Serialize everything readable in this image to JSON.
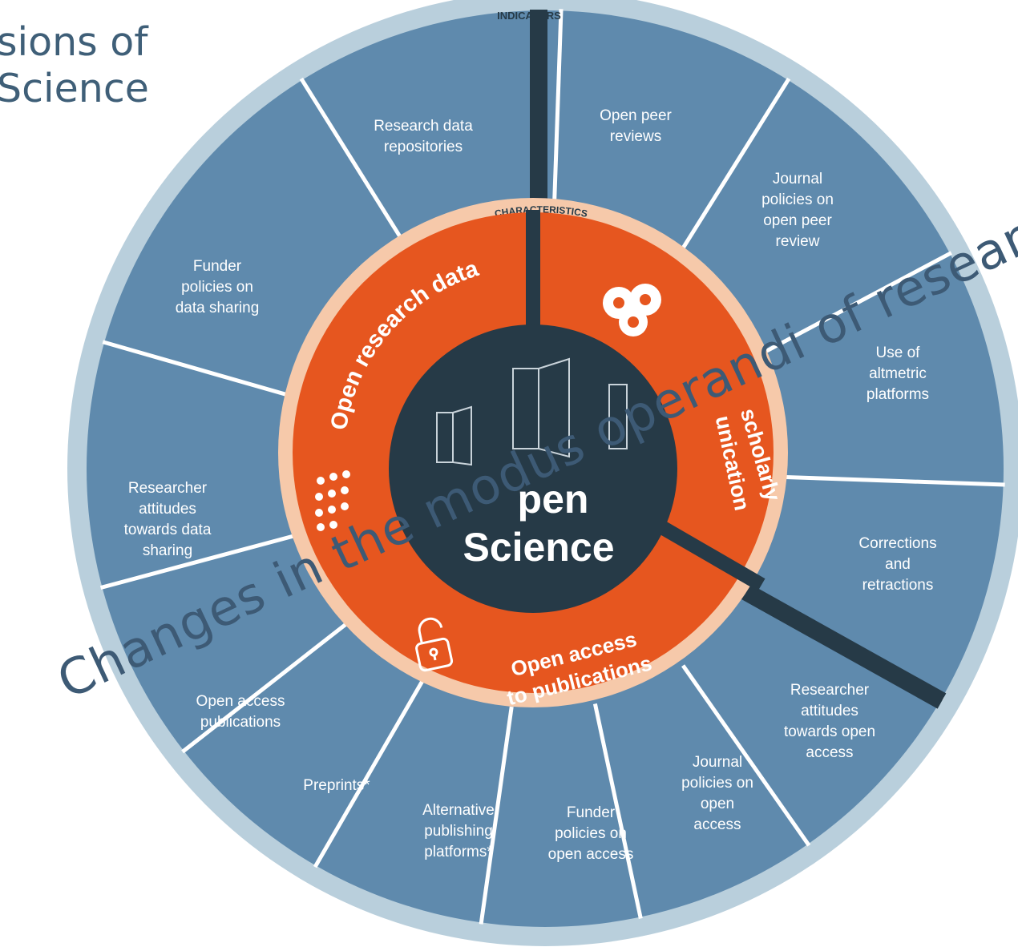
{
  "title_lines": [
    "sions of",
    "Science"
  ],
  "indicators_label": "INDICATORS",
  "characteristics_label": "CHARACTERISTICS",
  "center": {
    "line1": "pen",
    "line2": "Science"
  },
  "characteristics": {
    "open_research_data": "Open research data",
    "scholarly_communication": [
      "scholarly",
      "unication"
    ],
    "open_access": [
      "Open access",
      "to publications"
    ]
  },
  "indicators": [
    [
      "Research data",
      "repositories"
    ],
    [
      "Open peer",
      "reviews"
    ],
    [
      "Journal",
      "policies on",
      "open peer",
      "review"
    ],
    [
      "Use of",
      "altmetric",
      "platforms"
    ],
    [
      "Corrections",
      "and",
      "retractions"
    ],
    [
      "Researcher",
      "attitudes",
      "towards open",
      "access"
    ],
    [
      "Journal",
      "policies on",
      "open",
      "access"
    ],
    [
      "Funder",
      "policies on",
      "open access"
    ],
    [
      "Alternative",
      "publishing",
      "platforms*"
    ],
    [
      "Preprints*"
    ],
    [
      "Open access",
      "publications"
    ],
    [
      "Researcher",
      "attitudes",
      "towards data",
      "sharing"
    ],
    [
      "Funder",
      "policies on",
      "data sharing"
    ]
  ],
  "overlay_text": "Changes in the modus operandi of research",
  "colors": {
    "outer_ring": "#b9cfdc",
    "indicator_fill": "#5f8aad",
    "divider": "#ffffff",
    "dark": "#263a47",
    "orange": "#e6561f",
    "peach_ring": "#f6c9aa",
    "title_text": "#3f5f78"
  }
}
